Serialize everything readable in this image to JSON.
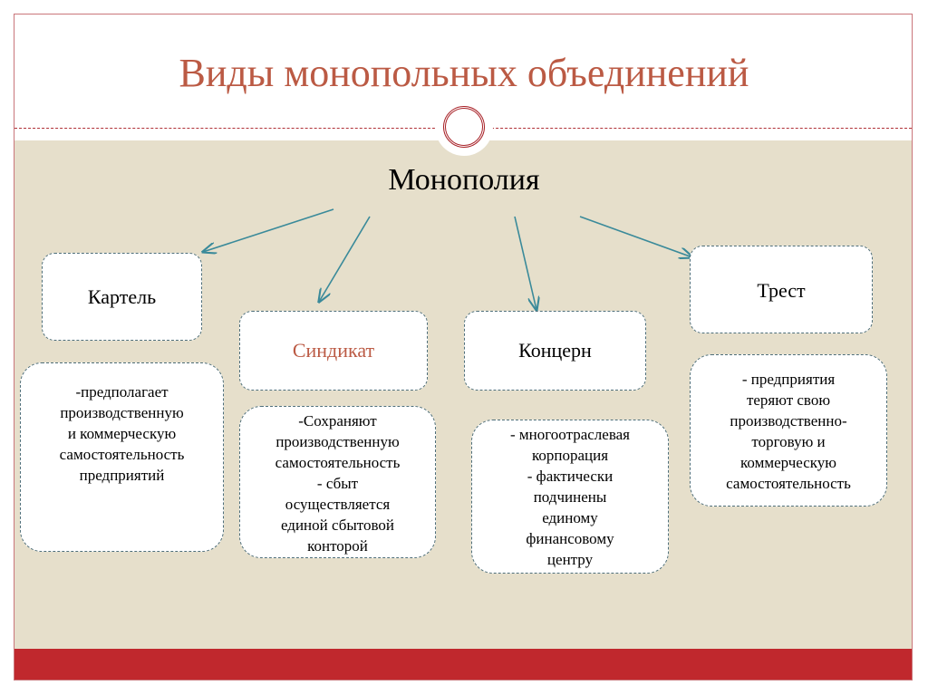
{
  "title": "Виды монопольных объединений",
  "root": "Монополия",
  "types": [
    {
      "name": "Картель",
      "description": [
        "-предполагает",
        "производственную",
        "и коммерческую",
        "самостоятельность",
        "предприятий"
      ]
    },
    {
      "name": "Синдикат",
      "description": [
        "-Сохраняют",
        "производственную",
        "самостоятельность",
        "- сбыт",
        "осуществляется",
        "единой сбытовой",
        "конторой"
      ]
    },
    {
      "name": "Концерн",
      "description": [
        "- многоотраслевая",
        "корпорация",
        "- фактически",
        "подчинены",
        "единому",
        "финансовому",
        "центру"
      ]
    },
    {
      "name": "Трест",
      "description": [
        "- предприятия",
        "теряют свою",
        "производственно-",
        "торговую и",
        "коммерческую",
        "самостоятельность"
      ]
    }
  ],
  "colors": {
    "title": "#bb5a44",
    "accent": "#c0282d",
    "arrow": "#3a8a9a",
    "background": "#e6dfcb"
  }
}
